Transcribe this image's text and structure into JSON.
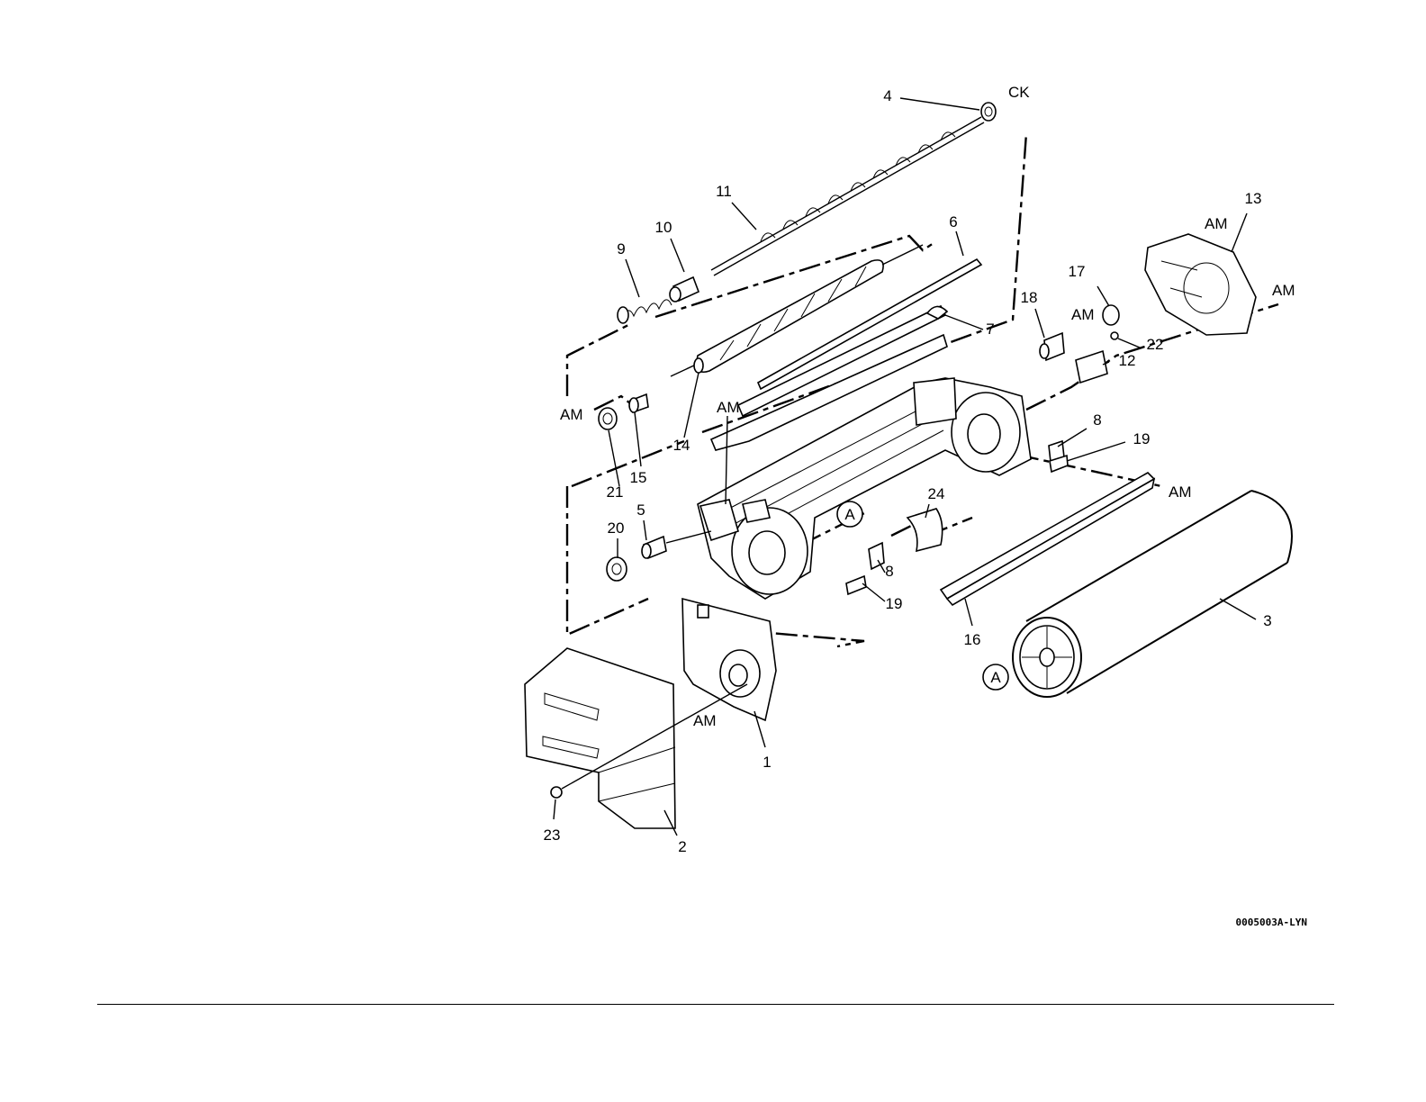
{
  "diagram": {
    "figure_code": "0005003A-LYN",
    "reference_marks": {
      "ck": "CK",
      "am": "AM",
      "a": "A"
    },
    "callouts": {
      "c1": "1",
      "c2": "2",
      "c3": "3",
      "c4": "4",
      "c5": "5",
      "c6": "6",
      "c7": "7",
      "c8": "8",
      "c9": "9",
      "c10": "10",
      "c11": "11",
      "c12": "12",
      "c13": "13",
      "c14": "14",
      "c15": "15",
      "c16": "16",
      "c17": "17",
      "c18": "18",
      "c19": "19",
      "c20": "20",
      "c21": "21",
      "c22": "22",
      "c23": "23",
      "c24": "24"
    }
  }
}
